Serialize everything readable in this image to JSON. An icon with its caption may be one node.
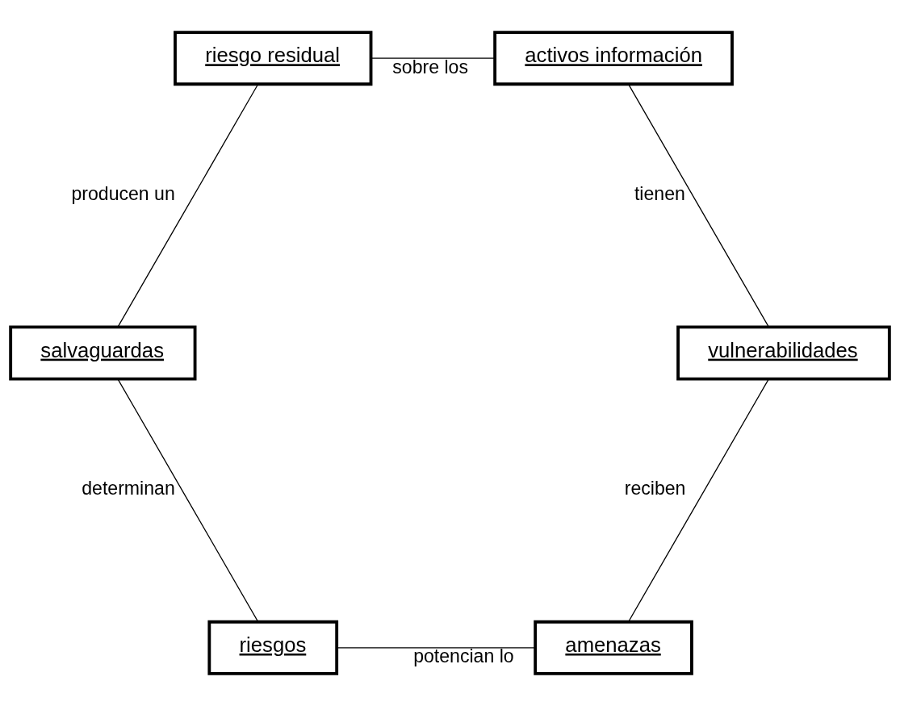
{
  "diagram": {
    "nodes": [
      {
        "text": [
          "amenazas"
        ]
      },
      {
        "text": [
          "riesgos"
        ]
      },
      {
        "text": [
          "vulnerabilidades"
        ]
      },
      {
        "text": [
          "salvaguardas"
        ]
      },
      {
        "text": [
          "activos información"
        ]
      },
      {
        "text": [
          "riesgo residual"
        ]
      }
    ],
    "edges": [
      {
        "from": 4,
        "to": 2,
        "arrow": "none",
        "label": "tienen"
      },
      {
        "from": 2,
        "to": 0,
        "arrow": "none",
        "label": "reciben"
      },
      {
        "from": 0,
        "to": 1,
        "arrow": "none",
        "label": "potencian lo"
      },
      {
        "from": 1,
        "to": 3,
        "arrow": "none",
        "label": "determinan"
      },
      {
        "from": 3,
        "to": 5,
        "arrow": "none",
        "label": "producen un"
      },
      {
        "from": 5,
        "to": 4,
        "arrow": "none",
        "label": "sobre los"
      }
    ]
  }
}
